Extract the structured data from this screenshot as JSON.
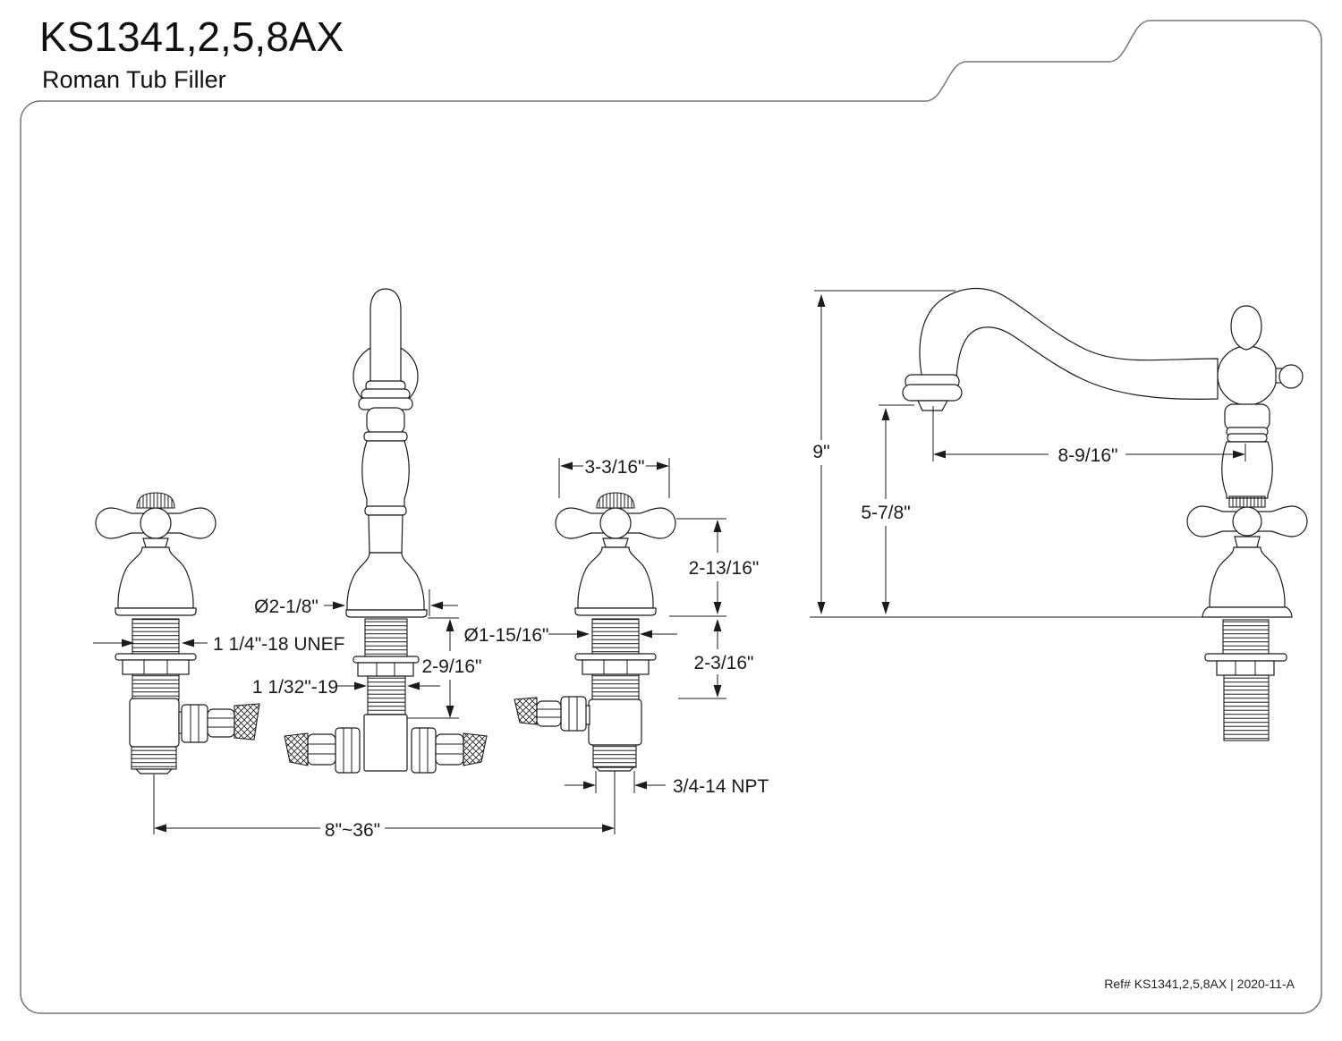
{
  "header": {
    "model": "KS1341,2,5,8AX",
    "product_type": "Roman Tub Filler"
  },
  "footer": {
    "reference": "Ref# KS1341,2,5,8AX | 2020-11-A"
  },
  "dimensions": {
    "handle_width": "3-3/16\"",
    "spout_base_diameter": "Ø2-1/8\"",
    "shank_thread": "1 1/4\"-18 UNEF",
    "valve_lower_thread": "1 1/32\"-19",
    "spout_shank_length": "2-9/16\"",
    "valve_shank_diameter": "Ø1-15/16\"",
    "handle_height": "2-13/16\"",
    "valve_shank_length": "2-3/16\"",
    "outlet_thread": "3/4-14 NPT",
    "faucet_spread": "8\"~36\"",
    "spout_height": "9\"",
    "spout_outlet_height": "5-7/8\"",
    "spout_reach": "8-9/16\""
  }
}
